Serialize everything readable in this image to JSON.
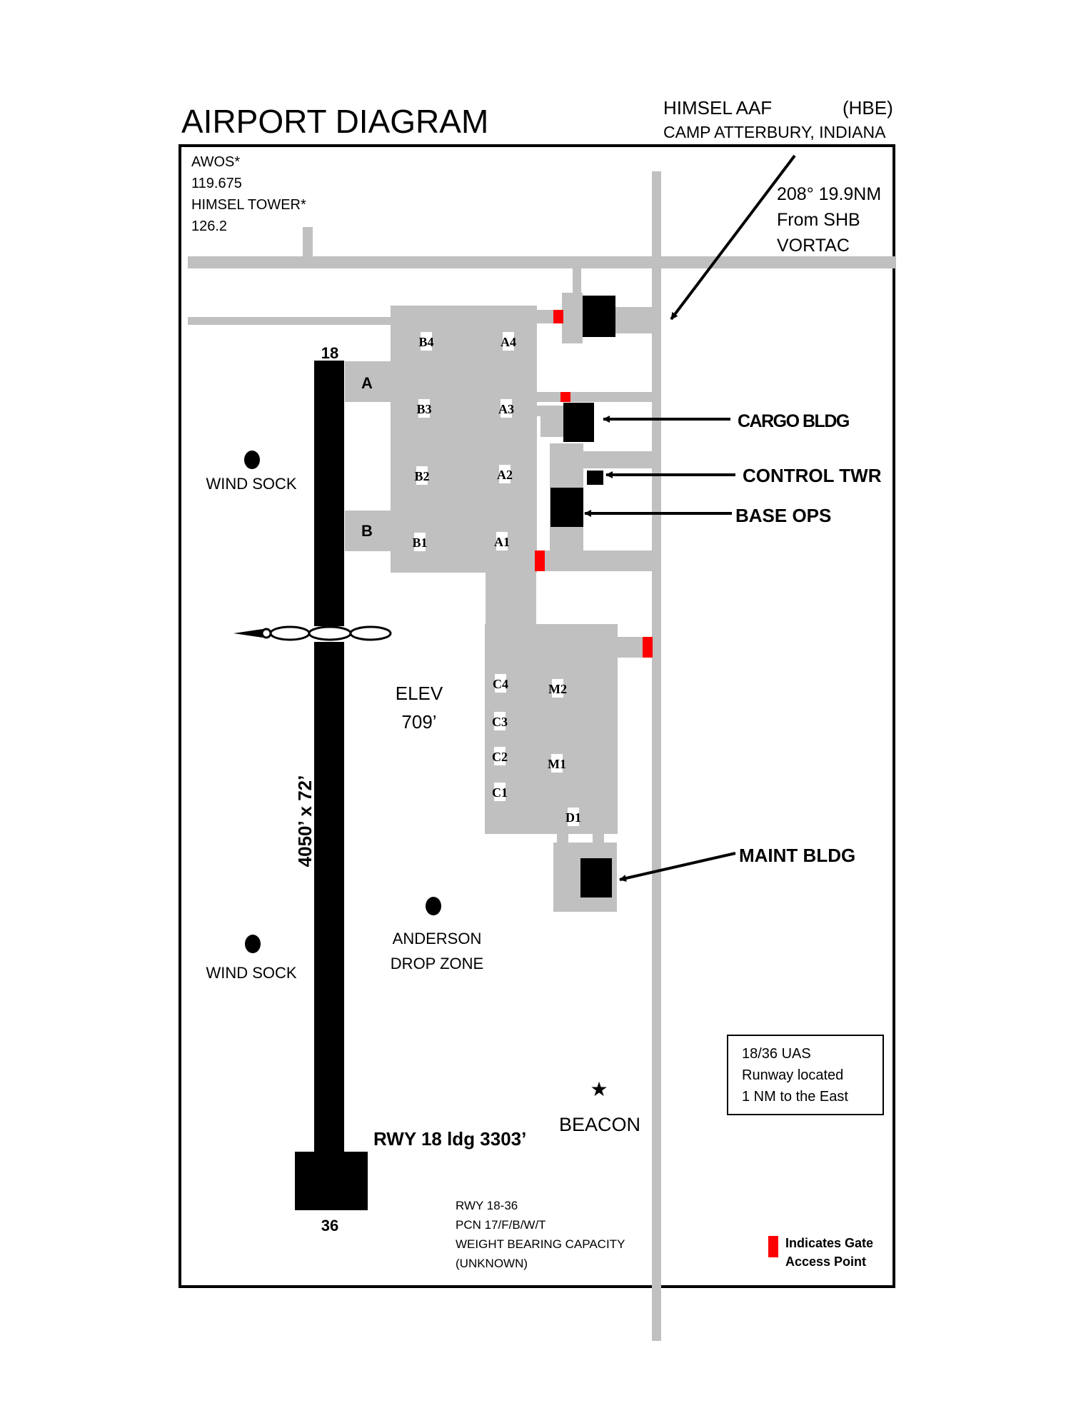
{
  "header": {
    "title": "AIRPORT DIAGRAM",
    "airport_name": "HIMSEL AAF",
    "airport_id": "(HBE)",
    "location": "CAMP ATTERBURY, INDIANA"
  },
  "frequencies": [
    {
      "label": "AWOS*",
      "value": "119.675"
    },
    {
      "label": "HIMSEL TOWER*",
      "value": "126.2"
    }
  ],
  "vortac_note": [
    "208° 19.9NM",
    "From SHB",
    "VORTAC"
  ],
  "runway": {
    "north_end": "18",
    "south_end": "36",
    "dimensions": "4050’ x 72’",
    "landing_distance": "RWY 18 ldg 3303’",
    "info_lines": [
      "RWY 18-36",
      "PCN 17/F/B/W/T",
      "WEIGHT BEARING CAPACITY",
      "(UNKNOWN)"
    ]
  },
  "taxiways": [
    "A",
    "B"
  ],
  "parking_spots": [
    "B4",
    "A4",
    "B3",
    "A3",
    "B2",
    "A2",
    "B1",
    "A1",
    "C4",
    "C3",
    "C2",
    "C1",
    "M2",
    "M1",
    "D1"
  ],
  "elevation": {
    "label": "ELEV",
    "value": "709’"
  },
  "landmarks": {
    "windsock_1": "WIND SOCK",
    "windsock_2": "WIND SOCK",
    "drop_zone": [
      "ANDERSON",
      "DROP ZONE"
    ],
    "beacon": "BEACON"
  },
  "buildings": {
    "cargo": "CARGO BLDG",
    "tower": "CONTROL TWR",
    "base_ops": "BASE OPS",
    "maint": "MAINT BLDG"
  },
  "uas_note": [
    "18/36 UAS",
    "Runway located",
    "1 NM to the East"
  ],
  "legend": {
    "lines": [
      "Indicates Gate",
      "Access Point"
    ],
    "color": "#ff0000"
  },
  "colors": {
    "pavement": "#c0c0c0",
    "runway": "#000000",
    "gate": "#ff0000"
  }
}
